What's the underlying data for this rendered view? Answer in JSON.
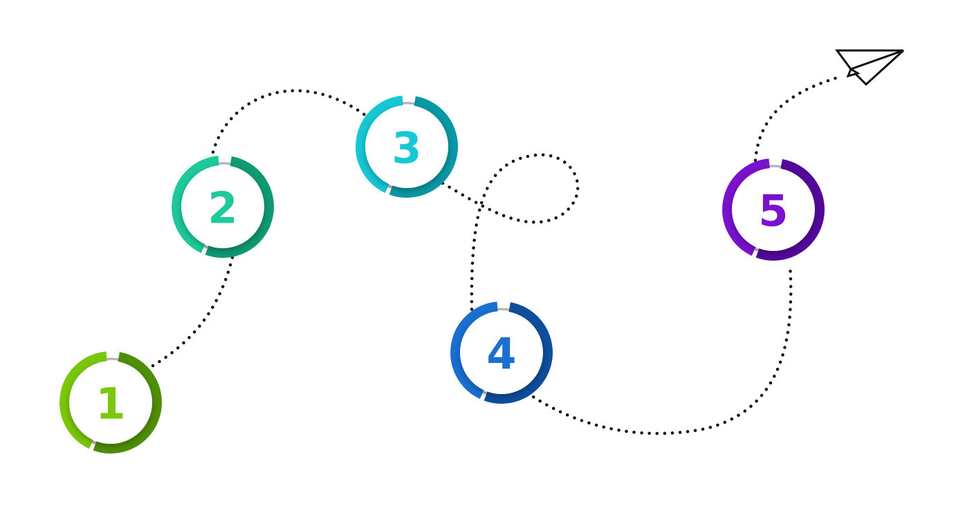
{
  "steps": [
    {
      "label": "1",
      "color": "#7ac70c",
      "dark": "#4f8f07"
    },
    {
      "label": "2",
      "color": "#1ec99a",
      "dark": "#0f9a73"
    },
    {
      "label": "3",
      "color": "#16c7d6",
      "dark": "#0a98a6"
    },
    {
      "label": "4",
      "color": "#1a6fd0",
      "dark": "#0e4e9e"
    },
    {
      "label": "5",
      "color": "#7a11cf",
      "dark": "#54089a"
    }
  ],
  "icons": {
    "plane": "paper-plane-icon"
  }
}
